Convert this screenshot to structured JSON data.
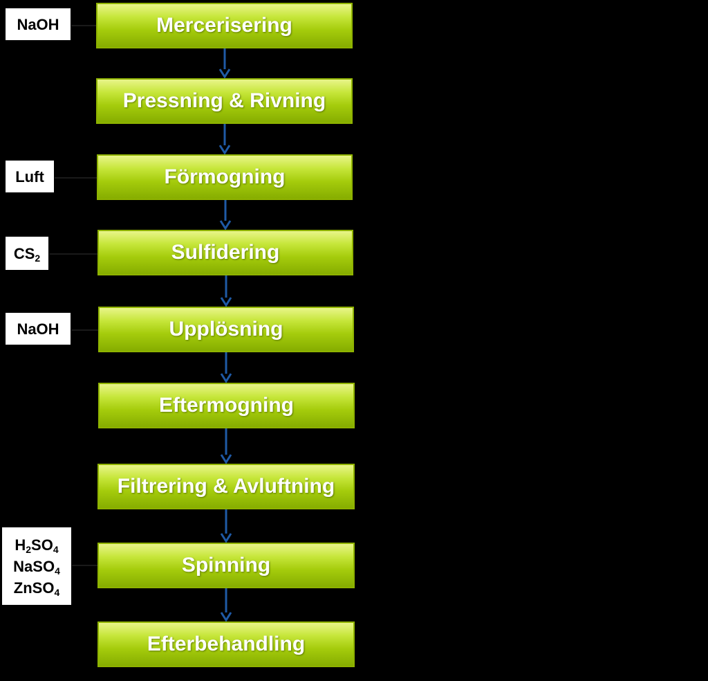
{
  "steps": [
    {
      "label": "Mercerisering"
    },
    {
      "label": "Pressning & Rivning"
    },
    {
      "label": "Förmogning"
    },
    {
      "label": "Sulfidering"
    },
    {
      "label": "Upplösning"
    },
    {
      "label": "Eftermogning"
    },
    {
      "label": "Filtrering & Avluftning"
    },
    {
      "label": "Spinning"
    },
    {
      "label": "Efterbehandling"
    }
  ],
  "reagents": {
    "naoh_1": "NaOH",
    "luft": "Luft",
    "cs2": {
      "base": "CS",
      "sub": "2"
    },
    "naoh_2": "NaOH",
    "spinning_bath": [
      {
        "parts": [
          "H",
          "2",
          "SO",
          "4"
        ]
      },
      {
        "parts": [
          "NaSO",
          "4"
        ]
      },
      {
        "parts": [
          "ZnSO",
          "4"
        ]
      }
    ]
  },
  "colors": {
    "background": "#000000",
    "step_fill_top": "#e9f58a",
    "step_fill_bottom": "#86ad00",
    "step_text": "#ffffff",
    "arrow": "#1f5aa6",
    "reagent_box": "#ffffff"
  }
}
